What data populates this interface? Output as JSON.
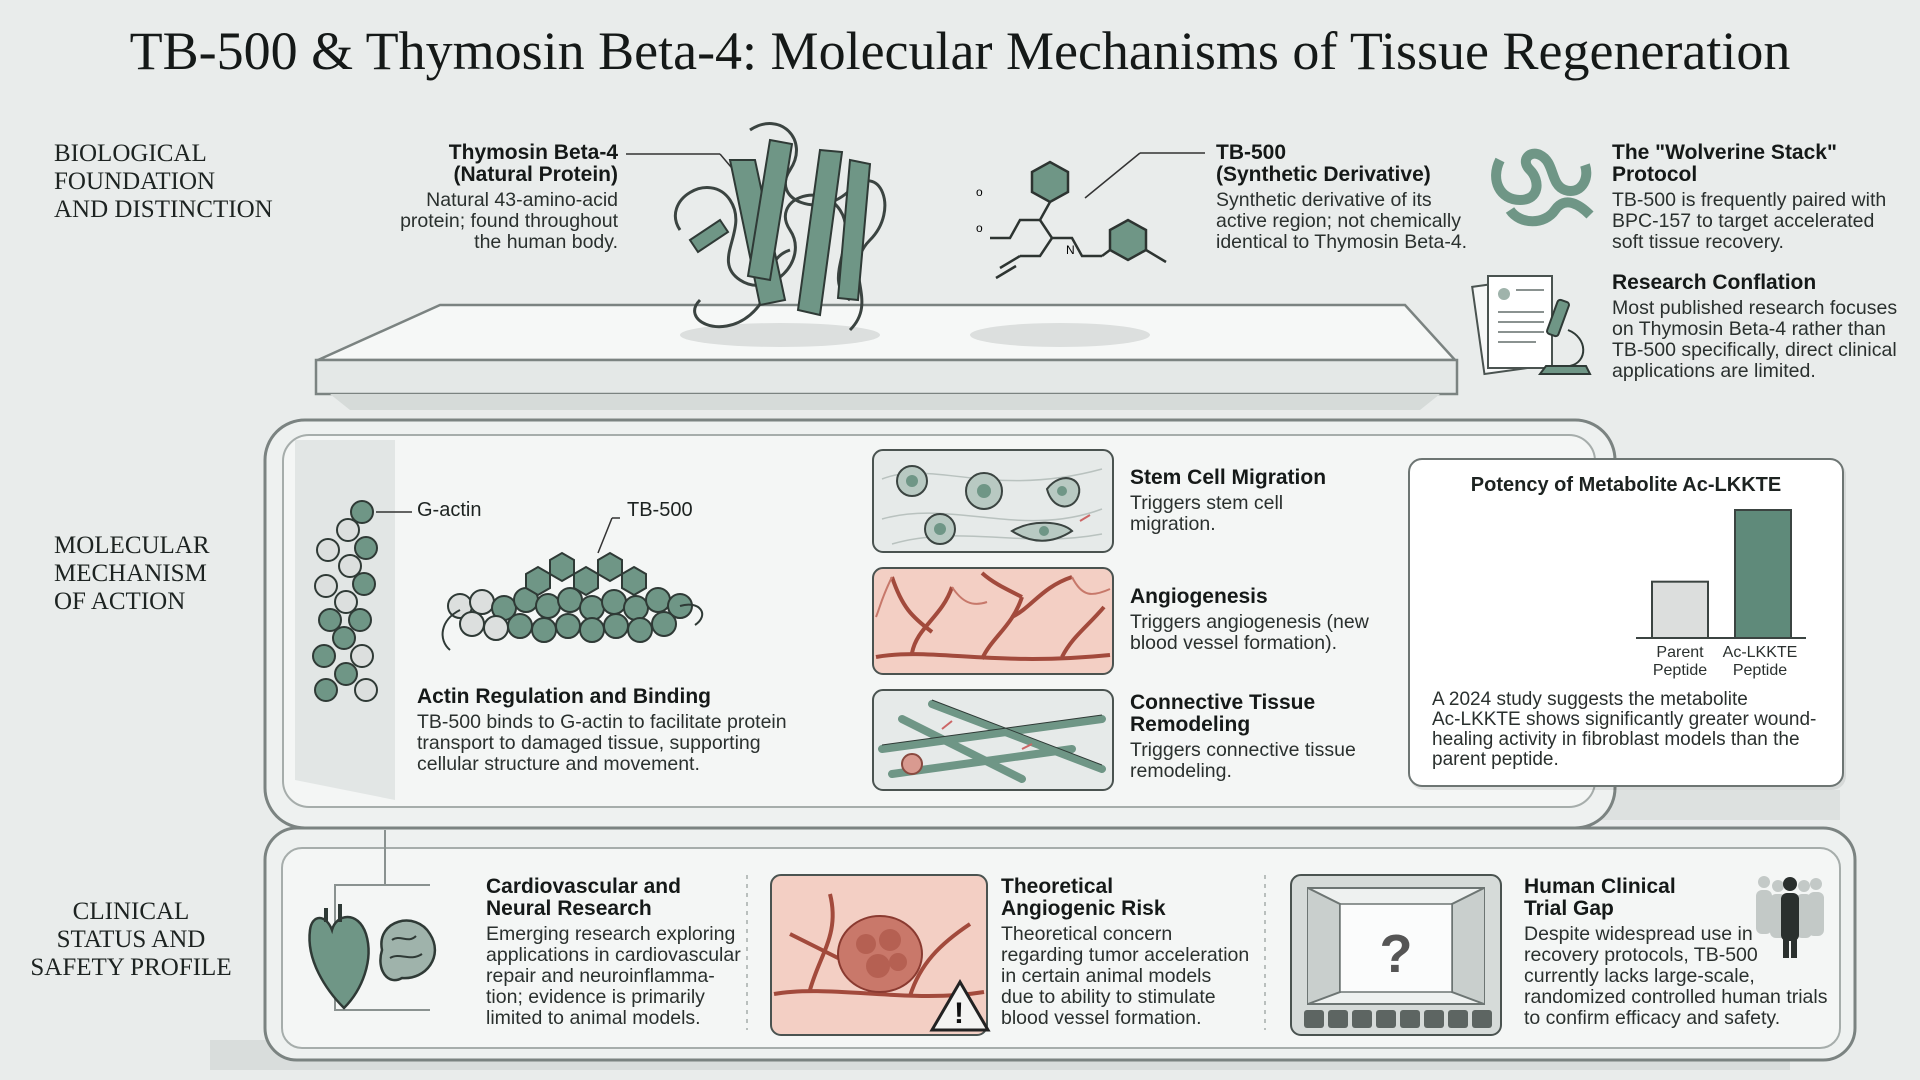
{
  "title": "TB-500 & Thymosin Beta-4: Molecular Mechanisms of Tissue Regeneration",
  "sections": {
    "foundation": [
      "BIOLOGICAL",
      "FOUNDATION",
      "AND DISTINCTION"
    ],
    "mechanism": [
      "MOLECULAR",
      "MECHANISM",
      "OF ACTION"
    ],
    "clinical": [
      "CLINICAL",
      "STATUS AND",
      "SAFETY PROFILE"
    ]
  },
  "foundation": {
    "tb4": {
      "heading": [
        "Thymosin Beta-4",
        "(Natural Protein)"
      ],
      "text": [
        "Natural 43-amino-acid",
        "protein; found throughout",
        "the human body."
      ]
    },
    "tb500": {
      "heading": [
        "TB-500",
        "(Synthetic Derivative)"
      ],
      "text": [
        "Synthetic derivative of its",
        "active region; not chemically",
        "identical to Thymosin Beta-4."
      ]
    },
    "wolverine": {
      "heading": "The \"Wolverine Stack\" Protocol",
      "text": [
        "TB-500 is frequently paired with",
        "BPC-157 to target accelerated",
        "soft tissue recovery."
      ]
    },
    "conflation": {
      "heading": "Research Conflation",
      "text": [
        "Most published research focuses",
        "on Thymosin Beta-4 rather than",
        "TB-500 specifically, direct clinical",
        "applications are limited."
      ]
    }
  },
  "mechanism": {
    "gactin_label": "G-actin",
    "tb500_label": "TB-500",
    "actin": {
      "heading": "Actin Regulation and Binding",
      "text": [
        "TB-500 binds to G-actin to facilitate protein",
        "transport to damaged tissue, supporting",
        "cellular structure and movement."
      ]
    },
    "stem": {
      "heading": "Stem Cell Migration",
      "text": [
        "Triggers stem cell",
        "migration."
      ]
    },
    "angio": {
      "heading": "Angiogenesis",
      "text": [
        "Triggers angiogenesis (new",
        "blood vessel formation)."
      ]
    },
    "connective": {
      "heading": [
        "Connective Tissue",
        "Remodeling"
      ],
      "text": [
        "Triggers connective tissue",
        "remodeling."
      ]
    }
  },
  "chart_data": {
    "type": "bar",
    "title": "Potency of Metabolite Ac-LKKTE",
    "categories": [
      [
        "Parent",
        "Peptide"
      ],
      [
        "Ac-LKKTE",
        "Peptide"
      ]
    ],
    "values": [
      0.44,
      1.0
    ],
    "ylim": [
      0,
      1
    ],
    "axis_labels_shown": false,
    "colors": [
      "#dcdedd",
      "#5f8a7a"
    ],
    "caption": [
      "A 2024 study suggests the metabolite",
      "Ac-LKKTE shows significantly greater wound-",
      "healing activity in fibroblast models than the",
      "parent peptide."
    ]
  },
  "clinical": {
    "cardio": {
      "heading": [
        "Cardiovascular and",
        "Neural Research"
      ],
      "text": [
        "Emerging research exploring",
        "applications in cardiovascular",
        "repair and neuroinflamma-",
        "tion; evidence is primarily",
        "limited to animal models."
      ]
    },
    "risk": {
      "heading": [
        "Theoretical",
        "Angiogenic Risk"
      ],
      "text": [
        "Theoretical concern",
        "regarding tumor acceleration",
        "in certain animal models",
        "due to ability to stimulate",
        "blood vessel formation."
      ]
    },
    "trial": {
      "heading": [
        "Human Clinical",
        "Trial Gap"
      ],
      "text": [
        "Despite widespread use in",
        "recovery protocols, TB-500",
        "currently lacks large-scale,",
        "randomized controlled human trials",
        "to confirm efficacy and safety."
      ]
    }
  },
  "colors": {
    "accent": "#5f8a7a",
    "vessel": "#b35a4a",
    "tissue": "#f3cfc4",
    "panel": "#f2f4f3"
  }
}
